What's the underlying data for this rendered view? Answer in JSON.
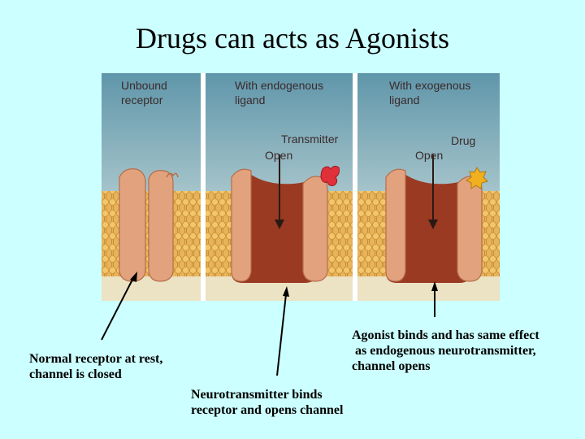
{
  "slide": {
    "title": "Drugs can acts as Agonists"
  },
  "figure": {
    "panels": [
      {
        "heading_line1": "Unbound",
        "heading_line2": "receptor"
      },
      {
        "heading_line1": "With endogenous",
        "heading_line2": "ligand",
        "ligand_label": "Transmitter",
        "state_label": "Open"
      },
      {
        "heading_line1": "With exogenous",
        "heading_line2": "ligand",
        "ligand_label": "Drug",
        "state_label": "Open"
      }
    ],
    "colors": {
      "sky": "#6e9fb0",
      "membrane": "#e8b45a",
      "receptor": "#e3a27e",
      "channel_open": "#9a3a22",
      "transmitter": "#e0303a",
      "drug": "#f0b020"
    }
  },
  "captions": {
    "left": "Normal receptor at rest,\nchannel is closed",
    "middle": "Neurotransmitter binds\nreceptor and opens channel",
    "right": "Agonist binds and has same effect\n as endogenous neurotransmitter,\nchannel opens"
  }
}
